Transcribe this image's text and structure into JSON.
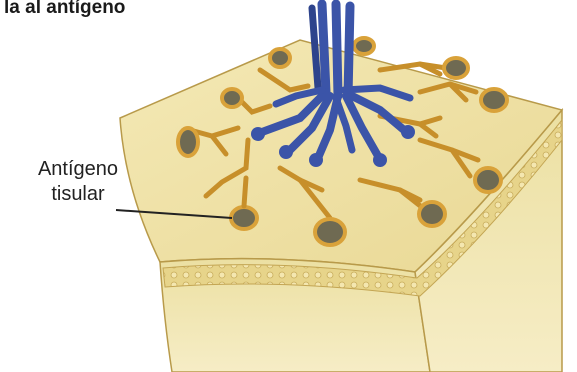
{
  "heading": "la al antígeno",
  "label": {
    "line1": "Antígeno",
    "line2": "tisular"
  },
  "colors": {
    "tissue_top": "#f0e3a8",
    "tissue_side": "#efe0a0",
    "tissue_edge": "#b89a4a",
    "antigen_stalk": "#d9a23a",
    "antigen_head": "#6f6a52",
    "antibody": "#3b54a8",
    "antibody_dark": "#26387a",
    "leader_line": "#222222"
  },
  "icons": [
    "tissue-slab",
    "antigen-receptor",
    "antibody-cluster"
  ]
}
